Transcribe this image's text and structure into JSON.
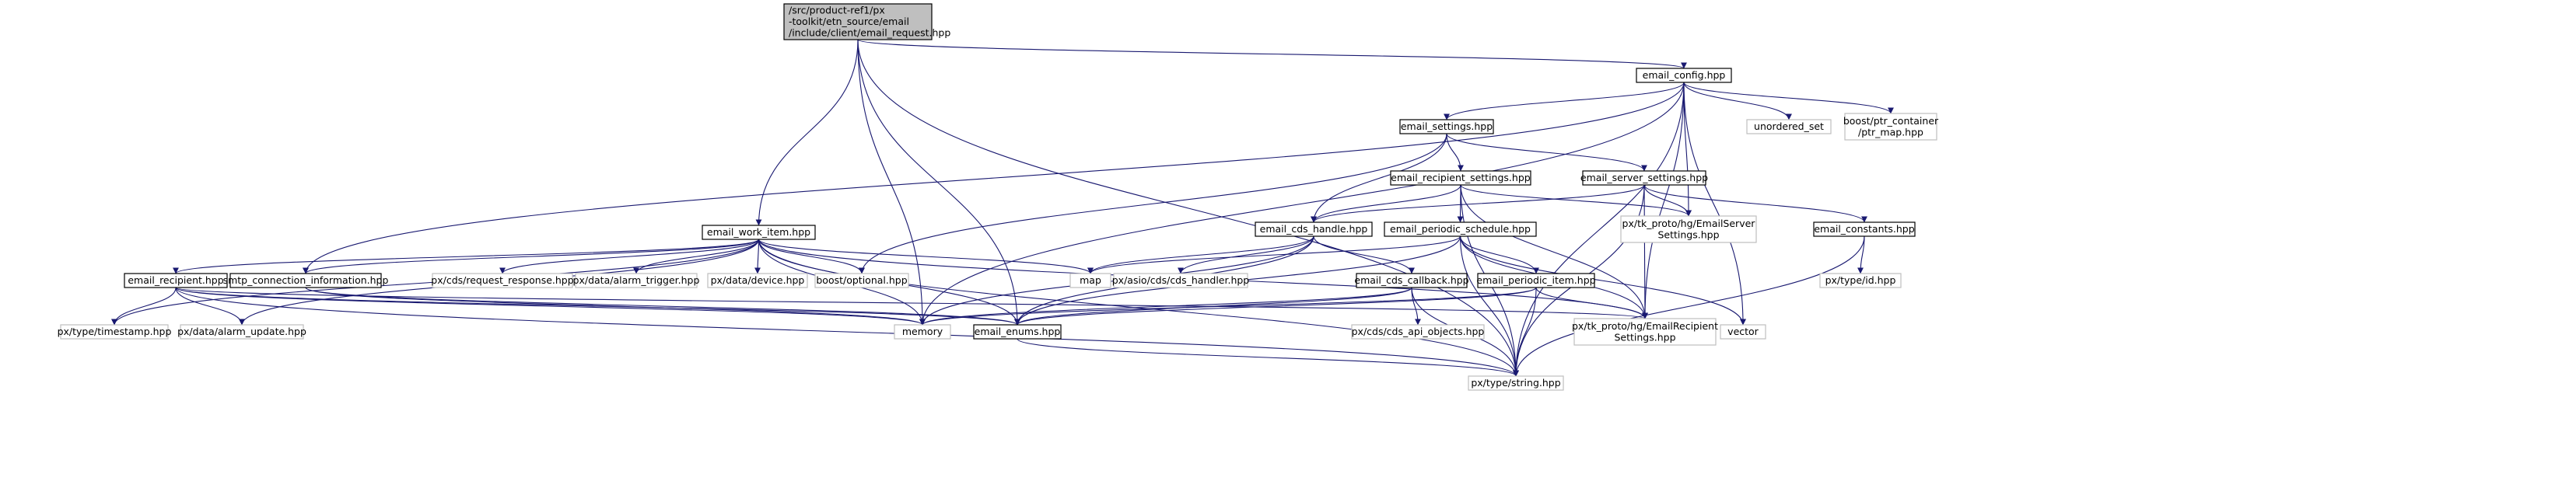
{
  "graph": {
    "colors": {
      "edge": "#191970",
      "root_fill": "#bfbfbf",
      "root_stroke": "#000000",
      "node_fill": "#ffffff",
      "node_stroke": "#000000",
      "external_stroke": "#bfbfbf"
    },
    "nodes": [
      {
        "id": "root",
        "kind": "root",
        "lines": [
          "/src/product-ref1/px",
          "-toolkit/etn_source/email",
          "/include/client/email_request.hpp"
        ]
      },
      {
        "id": "email_config",
        "kind": "file",
        "lines": [
          "email_config.hpp"
        ]
      },
      {
        "id": "email_settings",
        "kind": "file",
        "lines": [
          "email_settings.hpp"
        ]
      },
      {
        "id": "unordered_set",
        "kind": "external",
        "lines": [
          "unordered_set"
        ]
      },
      {
        "id": "ptr_map",
        "kind": "external",
        "lines": [
          "boost/ptr_container",
          "/ptr_map.hpp"
        ]
      },
      {
        "id": "recipient_settings",
        "kind": "file",
        "lines": [
          "email_recipient_settings.hpp"
        ]
      },
      {
        "id": "server_settings",
        "kind": "file",
        "lines": [
          "email_server_settings.hpp"
        ]
      },
      {
        "id": "work_item",
        "kind": "file",
        "lines": [
          "email_work_item.hpp"
        ]
      },
      {
        "id": "cds_handle",
        "kind": "file",
        "lines": [
          "email_cds_handle.hpp"
        ]
      },
      {
        "id": "periodic_schedule",
        "kind": "file",
        "lines": [
          "email_periodic_schedule.hpp"
        ]
      },
      {
        "id": "server_pb",
        "kind": "external",
        "lines": [
          "px/tk_proto/hg/EmailServer",
          "Settings.hpp"
        ]
      },
      {
        "id": "constants",
        "kind": "file",
        "lines": [
          "email_constants.hpp"
        ]
      },
      {
        "id": "recipient",
        "kind": "file",
        "lines": [
          "email_recipient.hpp"
        ]
      },
      {
        "id": "smtp",
        "kind": "file",
        "lines": [
          "smtp_connection_information.hpp"
        ]
      },
      {
        "id": "request_response",
        "kind": "external",
        "lines": [
          "px/cds/request_response.hpp"
        ]
      },
      {
        "id": "alarm_trigger",
        "kind": "external",
        "lines": [
          "px/data/alarm_trigger.hpp"
        ]
      },
      {
        "id": "device",
        "kind": "external",
        "lines": [
          "px/data/device.hpp"
        ]
      },
      {
        "id": "optional",
        "kind": "external",
        "lines": [
          "boost/optional.hpp"
        ]
      },
      {
        "id": "map",
        "kind": "external",
        "lines": [
          "map"
        ]
      },
      {
        "id": "cds_handler",
        "kind": "external",
        "lines": [
          "px/asio/cds/cds_handler.hpp"
        ]
      },
      {
        "id": "cds_callback",
        "kind": "file",
        "lines": [
          "email_cds_callback.hpp"
        ]
      },
      {
        "id": "periodic_item",
        "kind": "file",
        "lines": [
          "email_periodic_item.hpp"
        ]
      },
      {
        "id": "typeid",
        "kind": "external",
        "lines": [
          "px/type/id.hpp"
        ]
      },
      {
        "id": "timestamp",
        "kind": "external",
        "lines": [
          "px/type/timestamp.hpp"
        ]
      },
      {
        "id": "alarm_update",
        "kind": "external",
        "lines": [
          "px/data/alarm_update.hpp"
        ]
      },
      {
        "id": "memory",
        "kind": "external",
        "lines": [
          "memory"
        ]
      },
      {
        "id": "enums",
        "kind": "file",
        "lines": [
          "email_enums.hpp"
        ]
      },
      {
        "id": "cds_api_objects",
        "kind": "external",
        "lines": [
          "px/cds/cds_api_objects.hpp"
        ]
      },
      {
        "id": "recipient_pb",
        "kind": "external",
        "lines": [
          "px/tk_proto/hg/EmailRecipient",
          "Settings.hpp"
        ]
      },
      {
        "id": "vector",
        "kind": "external",
        "lines": [
          "vector"
        ]
      },
      {
        "id": "string",
        "kind": "external",
        "lines": [
          "px/type/string.hpp"
        ]
      }
    ],
    "edges": [
      [
        "root",
        "email_config"
      ],
      [
        "root",
        "work_item"
      ],
      [
        "root",
        "enums"
      ],
      [
        "root",
        "memory"
      ],
      [
        "root",
        "string"
      ],
      [
        "email_config",
        "email_settings"
      ],
      [
        "email_config",
        "unordered_set"
      ],
      [
        "email_config",
        "ptr_map"
      ],
      [
        "email_config",
        "smtp"
      ],
      [
        "email_config",
        "server_pb"
      ],
      [
        "email_config",
        "recipient_pb"
      ],
      [
        "email_config",
        "memory"
      ],
      [
        "email_config",
        "vector"
      ],
      [
        "email_config",
        "string"
      ],
      [
        "email_settings",
        "recipient_settings"
      ],
      [
        "email_settings",
        "server_settings"
      ],
      [
        "email_settings",
        "cds_handle"
      ],
      [
        "email_settings",
        "optional"
      ],
      [
        "recipient_settings",
        "cds_handle"
      ],
      [
        "recipient_settings",
        "periodic_schedule"
      ],
      [
        "recipient_settings",
        "server_pb"
      ],
      [
        "recipient_settings",
        "recipient_pb"
      ],
      [
        "recipient_settings",
        "string"
      ],
      [
        "server_settings",
        "cds_handle"
      ],
      [
        "server_settings",
        "server_pb"
      ],
      [
        "server_settings",
        "constants"
      ],
      [
        "server_settings",
        "recipient_pb"
      ],
      [
        "server_settings",
        "string"
      ],
      [
        "constants",
        "typeid"
      ],
      [
        "constants",
        "string"
      ],
      [
        "cds_handle",
        "map"
      ],
      [
        "cds_handle",
        "cds_handler"
      ],
      [
        "cds_handle",
        "cds_callback"
      ],
      [
        "cds_handle",
        "memory"
      ],
      [
        "cds_handle",
        "enums"
      ],
      [
        "periodic_schedule",
        "map"
      ],
      [
        "periodic_schedule",
        "periodic_item"
      ],
      [
        "periodic_schedule",
        "enums"
      ],
      [
        "periodic_schedule",
        "recipient_pb"
      ],
      [
        "periodic_schedule",
        "vector"
      ],
      [
        "periodic_schedule",
        "string"
      ],
      [
        "cds_callback",
        "cds_api_objects"
      ],
      [
        "cds_callback",
        "memory"
      ],
      [
        "cds_callback",
        "enums"
      ],
      [
        "cds_callback",
        "string"
      ],
      [
        "periodic_item",
        "recipient_pb"
      ],
      [
        "periodic_item",
        "enums"
      ],
      [
        "periodic_item",
        "memory"
      ],
      [
        "periodic_item",
        "string"
      ],
      [
        "work_item",
        "recipient"
      ],
      [
        "work_item",
        "smtp"
      ],
      [
        "work_item",
        "request_response"
      ],
      [
        "work_item",
        "alarm_trigger"
      ],
      [
        "work_item",
        "device"
      ],
      [
        "work_item",
        "optional"
      ],
      [
        "work_item",
        "map"
      ],
      [
        "work_item",
        "timestamp"
      ],
      [
        "work_item",
        "alarm_update"
      ],
      [
        "work_item",
        "memory"
      ],
      [
        "work_item",
        "enums"
      ],
      [
        "work_item",
        "recipient_pb"
      ],
      [
        "work_item",
        "string"
      ],
      [
        "recipient",
        "timestamp"
      ],
      [
        "recipient",
        "alarm_update"
      ],
      [
        "recipient",
        "enums"
      ],
      [
        "recipient",
        "memory"
      ],
      [
        "recipient",
        "recipient_pb"
      ],
      [
        "recipient",
        "string"
      ],
      [
        "smtp",
        "enums"
      ],
      [
        "smtp",
        "memory"
      ],
      [
        "enums",
        "string"
      ]
    ]
  }
}
